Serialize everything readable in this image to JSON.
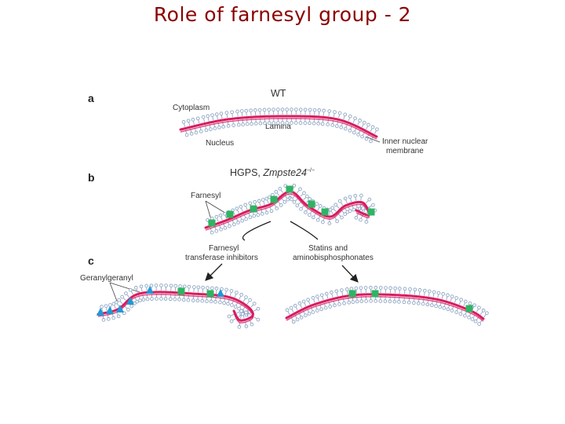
{
  "slide": {
    "title": "Role of farnesyl group - 2"
  },
  "figure": {
    "panels": {
      "a": {
        "letter": "a",
        "header": "WT",
        "labels": {
          "cytoplasm": "Cytoplasm",
          "lamina": "Lamina",
          "nucleus": "Nucleus",
          "inm_line1": "Inner nuclear",
          "inm_line2": "membrane"
        }
      },
      "b": {
        "letter": "b",
        "header_main": "HGPS, ",
        "header_gene": "Zmpste24",
        "header_sup": "−/−",
        "labels": {
          "farnesyl": "Farnesyl"
        }
      },
      "c": {
        "letter": "c",
        "labels": {
          "geranylgeranyl": "Geranylgeranyl",
          "fti_line1": "Farnesyl",
          "fti_line2": "transferase inhibitors",
          "statin_line1": "Statins and",
          "statin_line2": "aminobisphosphonates"
        }
      }
    },
    "colors": {
      "membrane": "#8fa7c4",
      "lamina": "#d81b60",
      "farnesyl": "#2fb463",
      "geranylgeranyl": "#1e9ad6"
    }
  }
}
